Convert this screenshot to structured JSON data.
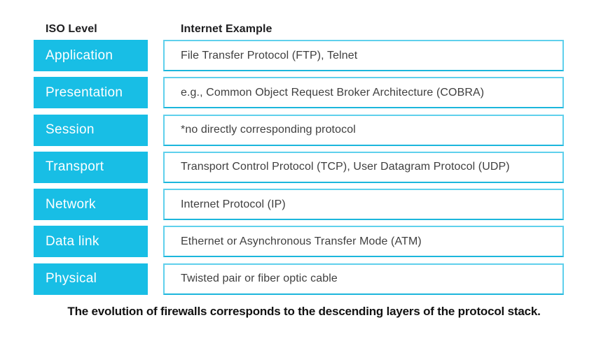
{
  "colors": {
    "accent": "#18bee5",
    "box_border": "#5fd0ec",
    "box_border_dark": "#1cb6dc",
    "header_text": "#1d1d1f",
    "body_text": "#3f3f3f",
    "caption_text": "#111111",
    "box_label_text": "#ffffff",
    "page_bg": "#ffffff"
  },
  "headers": {
    "iso_level": "ISO Level",
    "internet_example": "Internet Example"
  },
  "rows": [
    {
      "level": "Application",
      "example": "File Transfer Protocol (FTP), Telnet"
    },
    {
      "level": "Presentation",
      "example": "e.g., Common Object Request Broker Architecture (COBRA)"
    },
    {
      "level": "Session",
      "example": "*no directly corresponding protocol"
    },
    {
      "level": "Transport",
      "example": "Transport Control Protocol (TCP), User Datagram Protocol (UDP)"
    },
    {
      "level": "Network",
      "example": "Internet Protocol (IP)"
    },
    {
      "level": "Data link",
      "example": "Ethernet or Asynchronous Transfer Mode (ATM)"
    },
    {
      "level": "Physical",
      "example": "Twisted pair or fiber optic cable"
    }
  ],
  "caption": "The evolution of firewalls corresponds to the descending layers of the protocol stack."
}
